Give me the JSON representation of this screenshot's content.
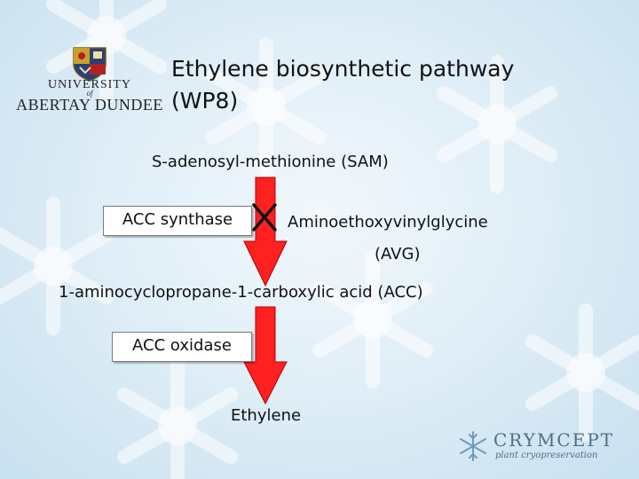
{
  "logo": {
    "university": "UNIVERSITY",
    "of": "of",
    "name": "ABERTAY DUNDEE"
  },
  "title": {
    "line1": "Ethylene biosynthetic pathway",
    "line2": "(WP8)"
  },
  "pathway": {
    "sam": "S-adenosyl-methionine (SAM)",
    "acc_synthase": "ACC synthase",
    "inhibitor_line1": "Aminoethoxyvinylglycine",
    "inhibitor_line2": "(AVG)",
    "acc": "1-aminocyclopropane-1-carboxylic acid (ACC)",
    "acc_oxidase": "ACC oxidase",
    "ethylene": "Ethylene"
  },
  "crymcept": {
    "name": "CRYMCEPT",
    "tagline": "plant cryopreservation"
  },
  "colors": {
    "arrow_fill": "#ff2020",
    "arrow_stroke": "#b00000",
    "inhibit_mark": "#111111",
    "brand": "#4f6f88"
  }
}
